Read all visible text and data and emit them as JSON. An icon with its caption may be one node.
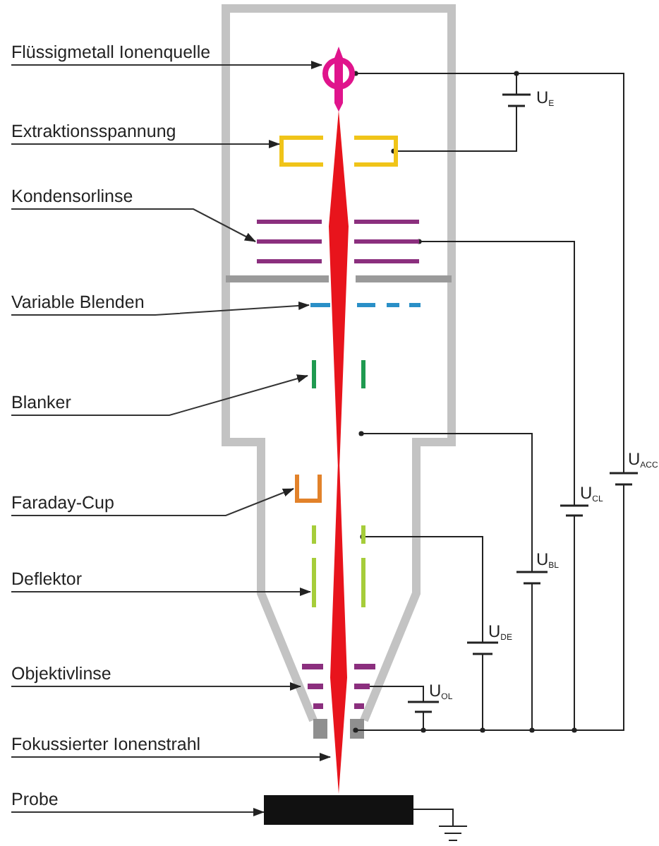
{
  "diagram": {
    "nodes": [
      {
        "text": [
          "Flüssigmetall Ionenquelle"
        ]
      },
      {
        "text": [
          "Extraktionsspannung"
        ]
      },
      {
        "text": [
          "Kondensorlinse"
        ]
      },
      {
        "text": [
          "Variable Blenden"
        ]
      },
      {
        "text": [
          "Blanker"
        ]
      },
      {
        "text": [
          "Faraday-Cup"
        ]
      },
      {
        "text": [
          "Deflektor"
        ]
      },
      {
        "text": [
          "Objektivlinse"
        ]
      },
      {
        "text": [
          "Fokussierter Ionenstrahl"
        ]
      },
      {
        "text": [
          "Probe"
        ]
      },
      {
        "text": [],
        "shape": "circle"
      },
      {
        "text": [],
        "shape": "bracket"
      },
      {
        "text": [],
        "shape": "bar"
      },
      {
        "text": [],
        "shape": "bar"
      },
      {
        "text": [],
        "shape": "bar"
      },
      {
        "text": [],
        "shape": "cup"
      },
      {
        "text": [],
        "shape": "bar"
      },
      {
        "text": [],
        "shape": "bar"
      },
      {
        "text": [],
        "shape": "spindle"
      },
      {
        "text": [],
        "shape": "box"
      }
    ],
    "edges": [
      {
        "from": 0,
        "to": 10,
        "arrow": "to"
      },
      {
        "from": 1,
        "to": 11,
        "arrow": "to"
      },
      {
        "from": 2,
        "to": 12,
        "arrow": "to"
      },
      {
        "from": 3,
        "to": 13,
        "arrow": "to"
      },
      {
        "from": 4,
        "to": 14,
        "arrow": "to"
      },
      {
        "from": 5,
        "to": 15,
        "arrow": "to"
      },
      {
        "from": 6,
        "to": 16,
        "arrow": "to"
      },
      {
        "from": 7,
        "to": 17,
        "arrow": "to"
      },
      {
        "from": 8,
        "to": 18,
        "arrow": "to"
      },
      {
        "from": 9,
        "to": 19,
        "arrow": "to"
      }
    ],
    "labels": [
      "U$_{E}$",
      "U$_{ACC}$",
      "U$_{CL}$",
      "U$_{BL}$",
      "U$_{DE}$",
      "U$_{OL}$"
    ]
  }
}
